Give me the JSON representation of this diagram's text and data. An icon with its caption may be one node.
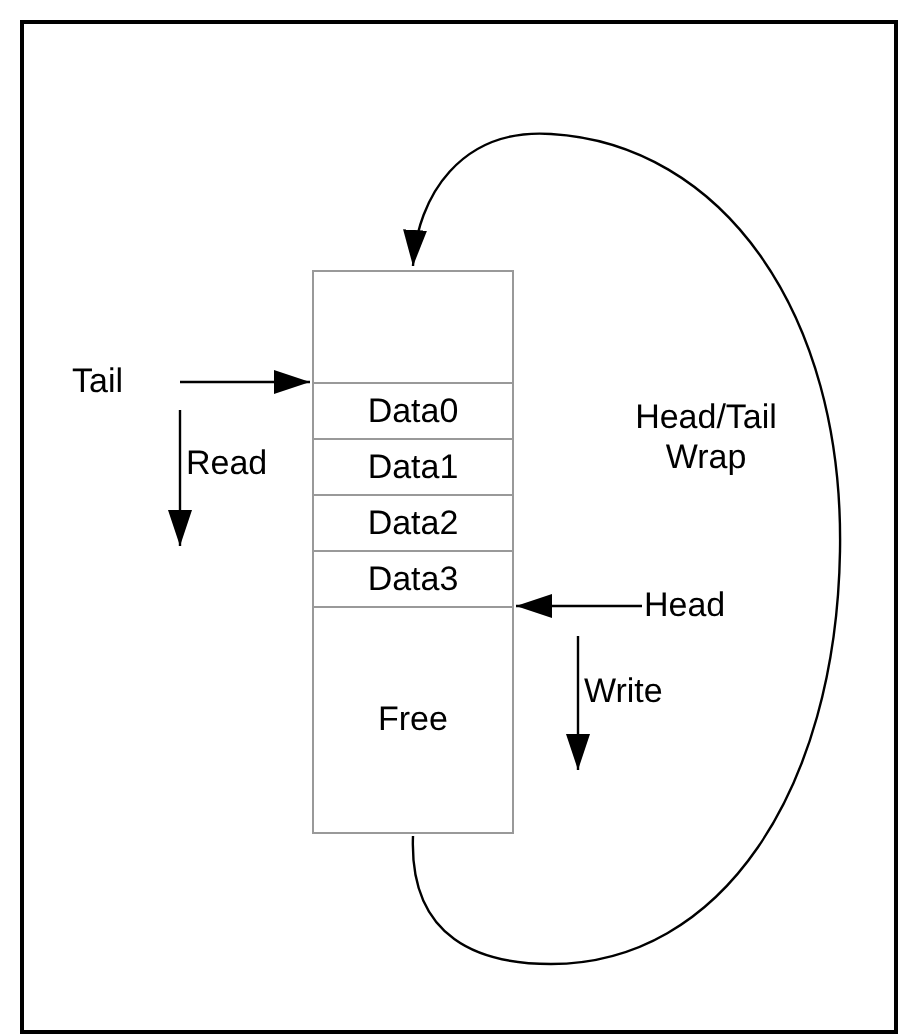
{
  "diagram": {
    "nodes": [
      {
        "text": [],
        "shape": "box"
      },
      {
        "text": [
          "Data0"
        ]
      },
      {
        "text": [
          "Data1"
        ]
      },
      {
        "text": [
          "Data2"
        ]
      },
      {
        "text": [
          "Data3"
        ]
      },
      {
        "text": [
          "Free"
        ]
      },
      {
        "text": [
          "Tail"
        ]
      },
      {
        "text": [
          "Head"
        ]
      }
    ],
    "edges": [
      {
        "from": 6,
        "to": 1,
        "arrow": "to"
      },
      {
        "from": 7,
        "to": 5,
        "arrow": "to"
      },
      {
        "from": 5,
        "to": 0,
        "arrow": "to",
        "label": "Head/Tail Wrap"
      }
    ],
    "labels": [
      "Read",
      "Write"
    ]
  }
}
